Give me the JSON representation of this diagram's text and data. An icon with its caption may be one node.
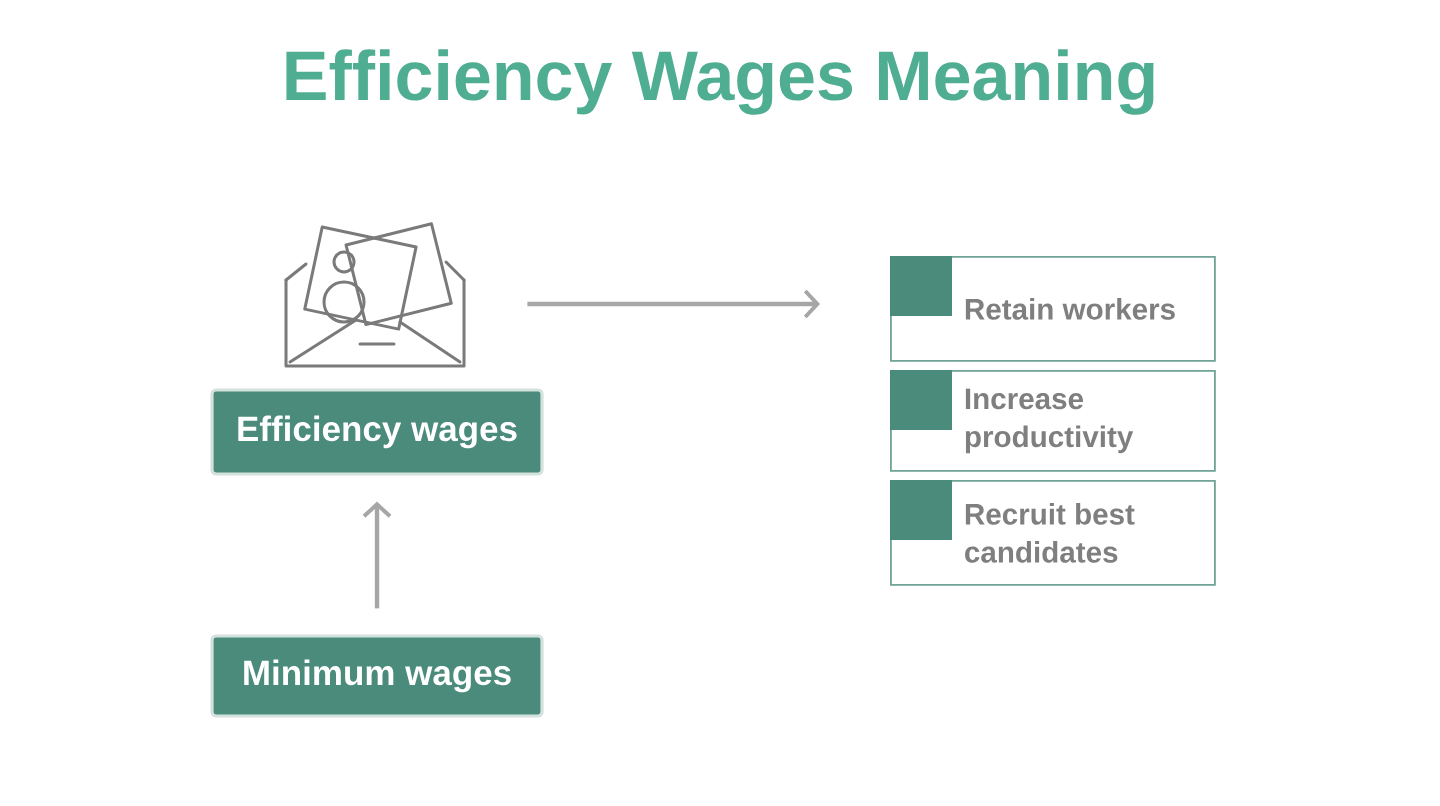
{
  "diagram": {
    "title": "Efficiency Wages Meaning",
    "nodes": [
      {
        "text": [],
        "shape": "picture"
      },
      {
        "text": [
          "Efficiency wages"
        ]
      },
      {
        "text": [
          "Minimum wages"
        ]
      },
      {
        "text": [
          "Retain workers"
        ]
      },
      {
        "text": [
          "Increase productivity"
        ]
      },
      {
        "text": [
          "Recruit best candidates"
        ]
      }
    ],
    "edges": [
      {
        "from": 2,
        "to": 1,
        "arrow": "to"
      },
      {
        "from": 0,
        "to": 3,
        "arrow": "to"
      }
    ]
  }
}
